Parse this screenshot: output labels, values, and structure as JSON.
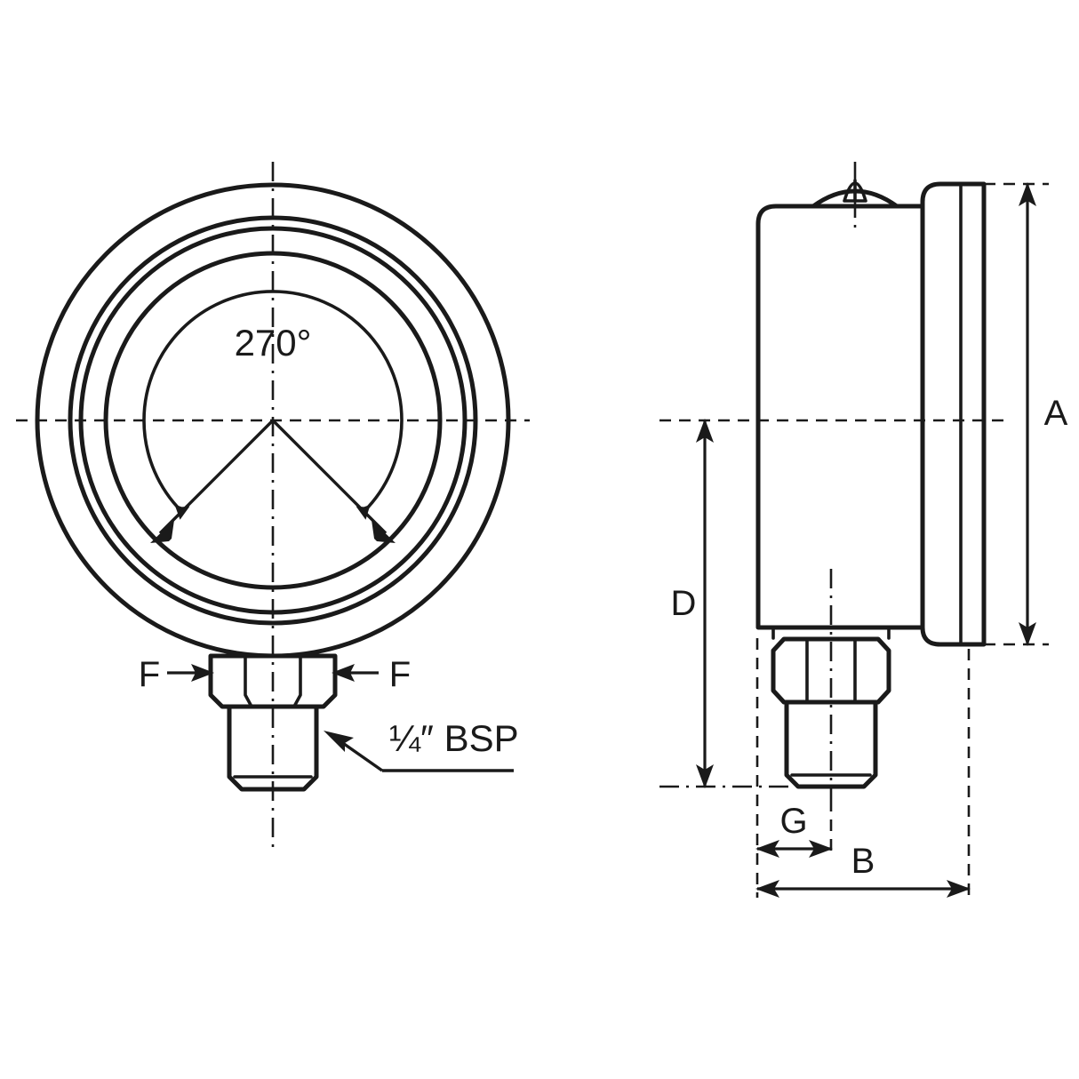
{
  "drawing": {
    "title": "Pressure Gauge Technical Drawing",
    "background_color": "#ffffff",
    "line_color": "#1a1a1a",
    "views": {
      "front": {
        "name": "front-view",
        "angle_label": "270°",
        "connection_label": "¼″ BSP",
        "hex_dim_left_label": "F",
        "hex_dim_right_label": "F"
      },
      "side": {
        "name": "side-view",
        "dim_height_label": "A",
        "dim_depth_bottom_label": "D",
        "dim_thread_label": "G",
        "dim_overall_label": "B"
      }
    },
    "dimension_labels": [
      {
        "id": "A",
        "label": "A",
        "orientation": "vertical",
        "view": "side"
      },
      {
        "id": "B",
        "label": "B",
        "orientation": "horizontal",
        "view": "side"
      },
      {
        "id": "D",
        "label": "D",
        "orientation": "vertical",
        "view": "side"
      },
      {
        "id": "G",
        "label": "G",
        "orientation": "horizontal",
        "view": "side"
      },
      {
        "id": "F-left",
        "label": "F",
        "orientation": "horizontal",
        "view": "front"
      },
      {
        "id": "F-right",
        "label": "F",
        "orientation": "horizontal",
        "view": "front"
      }
    ],
    "annotations": [
      {
        "id": "angle",
        "label": "270°"
      },
      {
        "id": "thread",
        "label": "¼″ BSP"
      }
    ]
  }
}
